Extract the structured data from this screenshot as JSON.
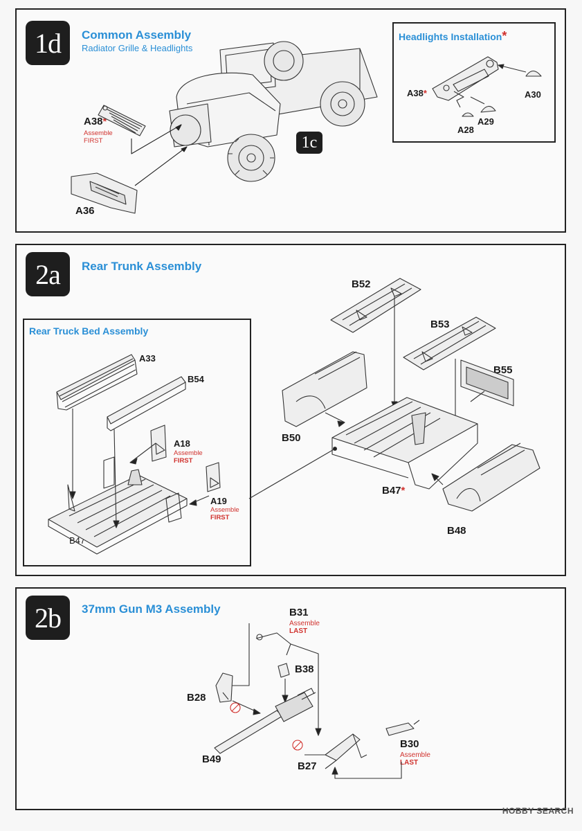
{
  "step_1d": {
    "badge": "1d",
    "title": "Common Assembly",
    "subtitle": "Radiator Grille & Headlights",
    "ref_badge": "1c",
    "parts": {
      "a38": "A38",
      "a36": "A36"
    },
    "a38_note": {
      "line1": "Assemble",
      "line2": "FIRST"
    },
    "headlights": {
      "title": "Headlights Installation",
      "a38": "A38",
      "a30": "A30",
      "a29": "A29",
      "a28": "A28"
    }
  },
  "step_2a": {
    "badge": "2a",
    "title": "Rear Trunk Assembly",
    "sub_title": "Rear Truck Bed Assembly",
    "sub_parts": {
      "a33": "A33",
      "b54": "B54",
      "a18": "A18",
      "a19": "A19",
      "b47": "B47"
    },
    "a18_note": {
      "line1": "Assemble",
      "line2": "FIRST"
    },
    "a19_note": {
      "line1": "Assemble",
      "line2": "FIRST"
    },
    "parts": {
      "b52": "B52",
      "b53": "B53",
      "b55": "B55",
      "b50": "B50",
      "b47": "B47",
      "b48": "B48"
    }
  },
  "step_2b": {
    "badge": "2b",
    "title": "37mm Gun M3 Assembly",
    "parts": {
      "b31": "B31",
      "b38": "B38",
      "b28": "B28",
      "b49": "B49",
      "b27": "B27",
      "b30": "B30"
    },
    "b31_note": {
      "line1": "Assemble",
      "line2": "LAST"
    },
    "b30_note": {
      "line1": "Assemble",
      "line2": "LAST"
    }
  },
  "watermark": "HOBBY SEARCH",
  "colors": {
    "accent_blue": "#2a8fd6",
    "note_red": "#d0312d",
    "badge_black": "#1e1e1e"
  }
}
